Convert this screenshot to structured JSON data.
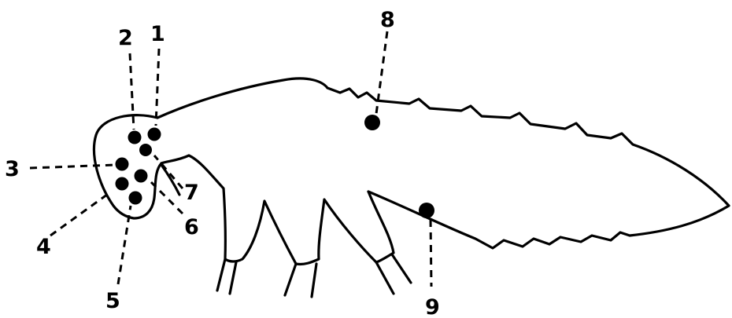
{
  "diagram": {
    "labels": [
      {
        "id": "1",
        "text": "1"
      },
      {
        "id": "2",
        "text": "2"
      },
      {
        "id": "3",
        "text": "3"
      },
      {
        "id": "4",
        "text": "4"
      },
      {
        "id": "5",
        "text": "5"
      },
      {
        "id": "6",
        "text": "6"
      },
      {
        "id": "7",
        "text": "7"
      },
      {
        "id": "8",
        "text": "8"
      },
      {
        "id": "9",
        "text": "9"
      }
    ],
    "colors": {
      "ink": "#000000",
      "background": "#ffffff"
    }
  }
}
